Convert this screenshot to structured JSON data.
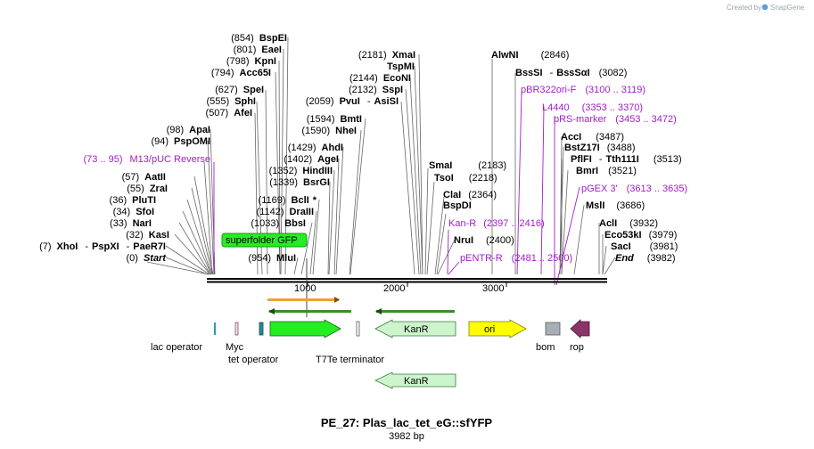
{
  "branding": {
    "created_by": "Created by",
    "app_name": "SnapGene"
  },
  "title": "PE_27: Plas_lac_tet_eG::sfYFP",
  "length_label": "3982 bp",
  "ruler": {
    "ticks": [
      "1000",
      "2000",
      "3000"
    ]
  },
  "sites": [
    {
      "id": "start",
      "pos": "(0)",
      "name": "Start",
      "style": "bi"
    },
    {
      "id": "xhoi",
      "pos": "(7)",
      "name": "XhoI",
      "style": "b",
      "iso": [
        "PspXI",
        "PaeR7I"
      ]
    },
    {
      "id": "kasi",
      "pos": "(32)",
      "name": "KasI",
      "style": "b"
    },
    {
      "id": "nari",
      "pos": "(33)",
      "name": "NarI",
      "style": "b"
    },
    {
      "id": "sfoi",
      "pos": "(34)",
      "name": "SfoI",
      "style": "b"
    },
    {
      "id": "pluti",
      "pos": "(36)",
      "name": "PluTI",
      "style": "b"
    },
    {
      "id": "zrai",
      "pos": "(55)",
      "name": "ZraI",
      "style": "b"
    },
    {
      "id": "aatii",
      "pos": "(57)",
      "name": "AatII",
      "style": "b"
    },
    {
      "id": "m13",
      "pos": "(73 .. 95)",
      "name": "M13/pUC Reverse",
      "style": "p"
    },
    {
      "id": "pspomi",
      "pos": "(94)",
      "name": "PspOMI",
      "style": "b"
    },
    {
      "id": "apai",
      "pos": "(98)",
      "name": "ApaI",
      "style": "b"
    },
    {
      "id": "afei",
      "pos": "(507)",
      "name": "AfeI",
      "style": "b"
    },
    {
      "id": "sphi",
      "pos": "(555)",
      "name": "SphI",
      "style": "b"
    },
    {
      "id": "spei",
      "pos": "(627)",
      "name": "SpeI",
      "style": "b"
    },
    {
      "id": "acc65i",
      "pos": "(794)",
      "name": "Acc65I",
      "style": "b"
    },
    {
      "id": "kpni",
      "pos": "(798)",
      "name": "KpnI",
      "style": "b"
    },
    {
      "id": "eaei",
      "pos": "(801)",
      "name": "EaeI",
      "style": "b"
    },
    {
      "id": "bspei",
      "pos": "(854)",
      "name": "BspEI",
      "style": "b"
    },
    {
      "id": "mlui",
      "pos": "(954)",
      "name": "MluI",
      "style": "b"
    },
    {
      "id": "bbsi",
      "pos": "(1033)",
      "name": "BbsI",
      "style": "b"
    },
    {
      "id": "draiii",
      "pos": "(1142)",
      "name": "DraIII",
      "style": "b"
    },
    {
      "id": "bcli",
      "pos": "(1169)",
      "name": "BclI",
      "style": "b",
      "suffix": "*"
    },
    {
      "id": "bsrgi",
      "pos": "(1339)",
      "name": "BsrGI",
      "style": "b"
    },
    {
      "id": "hindiii",
      "pos": "(1352)",
      "name": "HindIII",
      "style": "b"
    },
    {
      "id": "agei",
      "pos": "(1402)",
      "name": "AgeI",
      "style": "b"
    },
    {
      "id": "ahdi",
      "pos": "(1429)",
      "name": "AhdI",
      "style": "b"
    },
    {
      "id": "nhei",
      "pos": "(1590)",
      "name": "NheI",
      "style": "b"
    },
    {
      "id": "bmti",
      "pos": "(1594)",
      "name": "BmtI",
      "style": "b"
    },
    {
      "id": "pvui",
      "pos": "(2059)",
      "name": "PvuI",
      "style": "b",
      "iso": [
        "AsiSI"
      ]
    },
    {
      "id": "sspi",
      "pos": "(2132)",
      "name": "SspI",
      "style": "b"
    },
    {
      "id": "econi",
      "pos": "(2144)",
      "name": "EcoNI",
      "style": "b"
    },
    {
      "id": "tspmi",
      "pos": "",
      "name": "TspMI",
      "style": "b"
    },
    {
      "id": "xmai",
      "pos": "(2181)",
      "name": "XmaI",
      "style": "b"
    },
    {
      "id": "smai",
      "pos": "(2183)",
      "name": "SmaI",
      "style": "b"
    },
    {
      "id": "tsoi",
      "pos": "(2218)",
      "name": "TsoI",
      "style": "b"
    },
    {
      "id": "clai",
      "pos": "(2364)",
      "name": "ClaI",
      "style": "b"
    },
    {
      "id": "bspdi",
      "pos": "",
      "name": "BspDI",
      "style": "b"
    },
    {
      "id": "kanr",
      "pos": "(2397 .. 2416)",
      "name": "Kan-R",
      "style": "p"
    },
    {
      "id": "nrui",
      "pos": "(2400)",
      "name": "NruI",
      "style": "b"
    },
    {
      "id": "pentr",
      "pos": "(2481 .. 2500)",
      "name": "pENTR-R",
      "style": "p"
    },
    {
      "id": "alwni",
      "pos": "(2846)",
      "name": "AlwNI",
      "style": "b"
    },
    {
      "id": "bsssi",
      "pos": "(3082)",
      "name": "BssSI",
      "style": "b",
      "iso": [
        "BssSαI"
      ]
    },
    {
      "id": "pbr322",
      "pos": "(3100 .. 3119)",
      "name": "pBR322ori-F",
      "style": "p"
    },
    {
      "id": "l4440",
      "pos": "(3353 .. 3370)",
      "name": "L4440",
      "style": "p"
    },
    {
      "id": "prs",
      "pos": "(3453 .. 3472)",
      "name": "pRS-marker",
      "style": "p"
    },
    {
      "id": "acci",
      "pos": "(3487)",
      "name": "AccI",
      "style": "b"
    },
    {
      "id": "bstz17i",
      "pos": "(3488)",
      "name": "BstZ17I",
      "style": "b"
    },
    {
      "id": "pflfi",
      "pos": "(3513)",
      "name": "PflFI",
      "style": "b",
      "iso": [
        "Tth111I"
      ]
    },
    {
      "id": "bmri",
      "pos": "(3521)",
      "name": "BmrI",
      "style": "b"
    },
    {
      "id": "pgex3",
      "pos": "(3613 .. 3635)",
      "name": "pGEX 3'",
      "style": "p"
    },
    {
      "id": "msli",
      "pos": "(3686)",
      "name": "MslI",
      "style": "b"
    },
    {
      "id": "acli",
      "pos": "(3932)",
      "name": "AclI",
      "style": "b"
    },
    {
      "id": "eco53ki",
      "pos": "(3979)",
      "name": "Eco53kI",
      "style": "b"
    },
    {
      "id": "saci",
      "pos": "(3981)",
      "name": "SacI",
      "style": "b"
    },
    {
      "id": "end",
      "pos": "(3982)",
      "name": "End",
      "style": "bi"
    }
  ],
  "features": {
    "sfgfp_label": "superfolder GFP",
    "lac_operator": "lac operator",
    "myc": "Myc",
    "tet_operator": "tet operator",
    "t7te": "T7Te terminator",
    "kanr": "KanR",
    "ori": "ori",
    "bom": "bom",
    "rop": "rop",
    "kanr2": "KanR"
  },
  "colors": {
    "sfgfp": "#22ee22",
    "kanr": "#ccf5cc",
    "ori": "#ffff00",
    "bom": "#a8aeb5",
    "rop": "#8b3566",
    "primer": "#a020c8",
    "orf_orange": "#f0a030",
    "orf_green": "#3c8c2c"
  }
}
